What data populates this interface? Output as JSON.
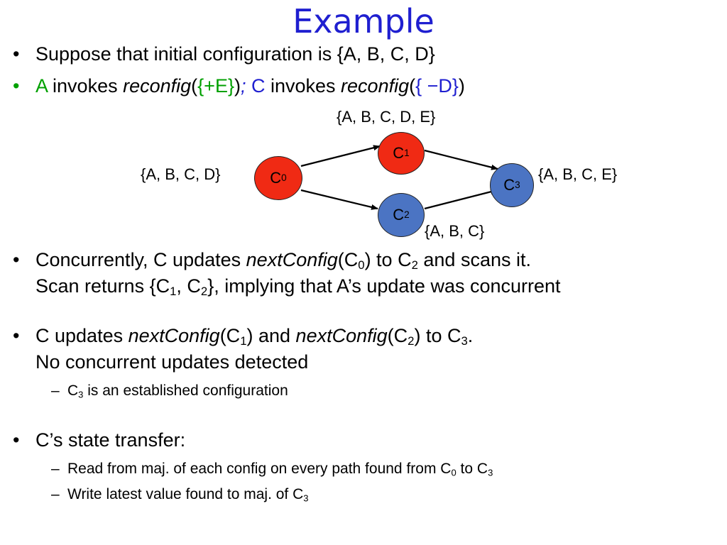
{
  "title": "Example",
  "bullets": {
    "b1": "Suppose that initial configuration is {A, B, C, D}",
    "b2": {
      "a": "A",
      "invokes1": " invokes ",
      "reconfig1": "reconfig",
      "open1": "(",
      "arg1": "{+E}",
      "close1": ")",
      "semi": ";",
      "c": " C",
      "invokes2": " invokes ",
      "reconfig2": "reconfig",
      "open2": "(",
      "arg2": "{ −D}",
      "close2": ")"
    },
    "b3": {
      "part1": "Concurrently, C updates ",
      "fn": "nextConfig",
      "part2": "(C",
      "sub0": "0",
      "part3": ") to C",
      "sub2": "2",
      "part4": " and scans it.",
      "line2a": "Scan returns {C",
      "line2sub1": "1",
      "line2b": ", C",
      "line2sub2": "2",
      "line2c": "}, implying that A’s update was concurrent"
    },
    "b4": {
      "part1": "C updates ",
      "fn1": "nextConfig",
      "part2": "(C",
      "sub1": "1",
      "part3": ") and ",
      "fn2": "nextConfig",
      "part4": "(C",
      "sub2": "2",
      "part5": ") to C",
      "sub3": "3",
      "part6": ".",
      "line2": "No concurrent updates detected",
      "dash1a": "C",
      "dash1sub": "3",
      "dash1b": " is an established configuration"
    },
    "b5": {
      "text": "C’s state transfer:",
      "dash1a": "Read from maj. of each config on every path found from C",
      "dash1sub0": "0",
      "dash1b": " to C",
      "dash1sub3": "3",
      "dash2a": "Write latest value found to maj. of C",
      "dash2sub3": "3"
    },
    "bullet_char": "•",
    "dash_char": "–"
  },
  "diagram": {
    "label_c1_set": "{A, B, C, D, E}",
    "label_c0_set": "{A, B, C, D}",
    "label_c3_set": "{A, B, C, E}",
    "label_c2_set": "{A, B, C}",
    "nodes": {
      "c0": {
        "letter": "C",
        "sub": "0",
        "color": "#f02a14"
      },
      "c1": {
        "letter": "C",
        "sub": "1",
        "color": "#f02a14"
      },
      "c2": {
        "letter": "C",
        "sub": "2",
        "color": "#4b74c3"
      },
      "c3": {
        "letter": "C",
        "sub": "3",
        "color": "#4b74c3"
      }
    }
  },
  "colors": {
    "title": "#1f1fd0",
    "green": "#00a000",
    "blue": "#1f1fd0"
  }
}
